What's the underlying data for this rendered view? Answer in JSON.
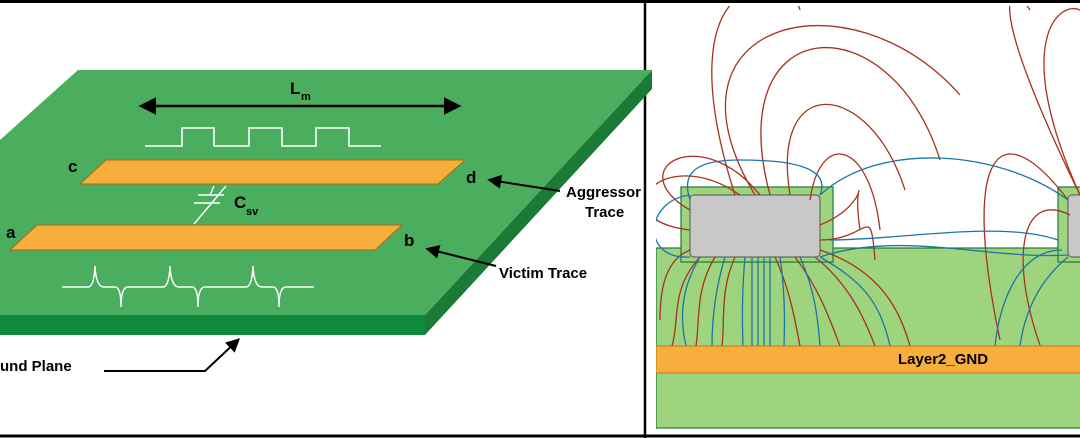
{
  "colors": {
    "board_top": "#4aae5e",
    "board_side_right": "#1b7a35",
    "board_side_front": "#0f8a3c",
    "trace": "#f7ae3c",
    "trace_stroke": "#a86b12",
    "conductor": "#c8c8c8",
    "dielectric": "#9ed47e",
    "ground": "#f7ae3c",
    "e_field": "#a8321e",
    "h_field": "#1f74a6",
    "border": "#000000"
  },
  "left_panel": {
    "length_label": "L",
    "length_sub": "m",
    "cap_label": "C",
    "cap_sub": "sv",
    "node_c": "c",
    "node_d": "d",
    "node_a": "a",
    "node_b": "b",
    "aggressor_line1": "Aggressor",
    "aggressor_line2": "Trace",
    "victim_label": "Victim Trace",
    "ground_label": "und Plane",
    "aggressor_waveform": "square-wave",
    "victim_waveform": "spike-wave"
  },
  "right_panel": {
    "ground_layer_label": "Layer2_GND"
  }
}
